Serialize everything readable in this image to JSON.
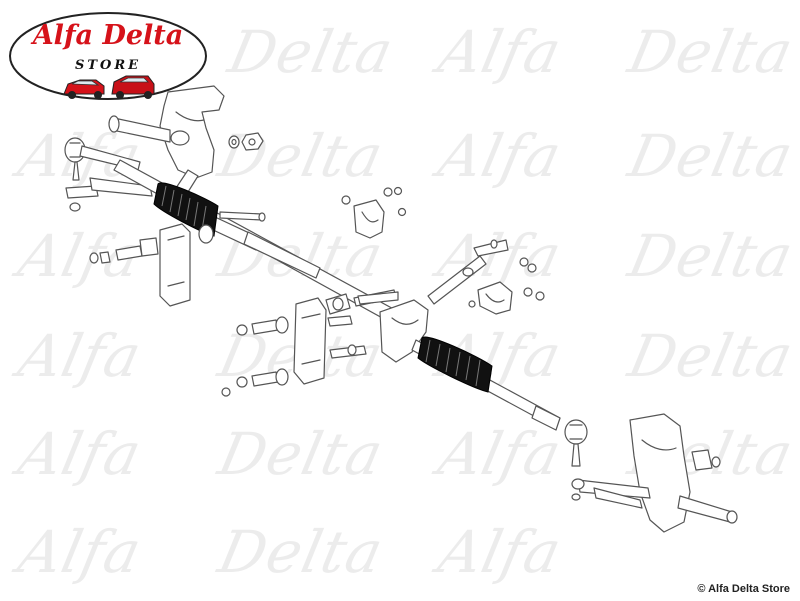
{
  "logo": {
    "brand_text": "Alfa Delta",
    "sub_text": "STORE",
    "brand_color": "#d6121a"
  },
  "watermark": {
    "words": [
      "Alfa",
      "Delta"
    ],
    "color": "#ececec"
  },
  "copyright": "© Alfa Delta Store"
}
